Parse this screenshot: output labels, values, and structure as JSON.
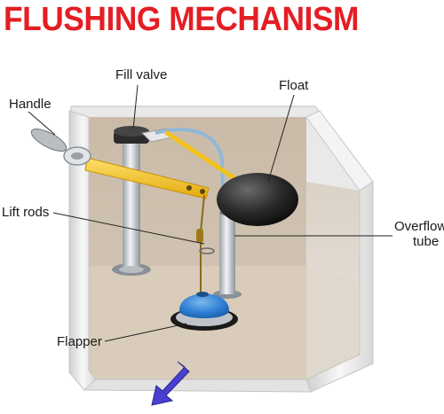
{
  "title": "FLUSHING MECHANISM",
  "colors": {
    "title": "#e31e24",
    "arrow": "#4a3fd0",
    "float": "#2a2a2a",
    "flapper": "#2f7fd6",
    "arm": "#f2c21b",
    "tank_inner": "#d6c9b8",
    "tank_wall": "#f4f4f4",
    "pipe": "#c8ccd0",
    "fill_tube": "#8fb8d8"
  },
  "labels": {
    "fill_valve": "Fill valve",
    "float": "Float",
    "handle": "Handle",
    "lift_rods": "Lift rods",
    "overflow_tube_line1": "Overflow",
    "overflow_tube_line2": "tube",
    "flapper": "Flapper"
  },
  "icons": {
    "drain": "down-left-arrow-icon"
  }
}
